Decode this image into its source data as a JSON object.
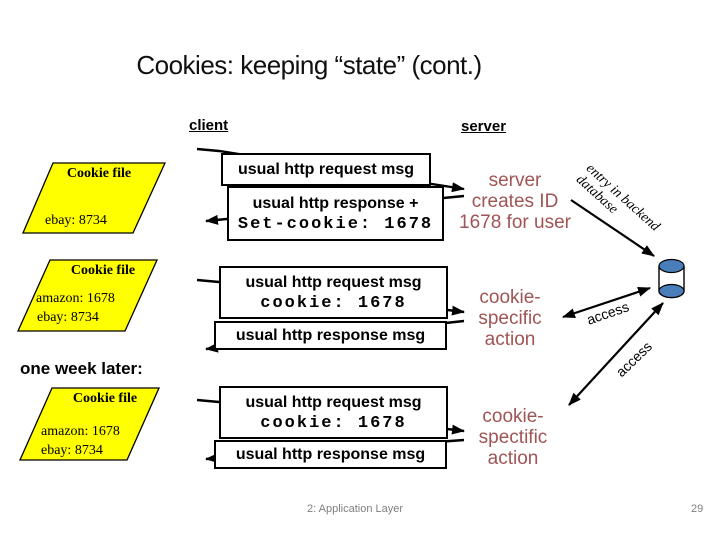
{
  "title": "Cookies: keeping “state” (cont.)",
  "columns": {
    "client": "client",
    "server": "server"
  },
  "cookie_files": [
    {
      "label": "Cookie file",
      "entries": [
        "ebay: 8734"
      ]
    },
    {
      "label": "Cookie file",
      "entries": [
        "amazon: 1678",
        "ebay: 8734"
      ]
    },
    {
      "label": "Cookie file",
      "entries": [
        "amazon: 1678",
        "ebay: 8734"
      ]
    }
  ],
  "timeline_note": "one week later:",
  "messages": {
    "m1": {
      "line1": "usual http request msg"
    },
    "m2": {
      "line1": "usual http response +",
      "line2": "Set-cookie: 1678"
    },
    "m3": {
      "line1": "usual http request msg",
      "line2": "cookie: 1678"
    },
    "m4": {
      "line1": "usual http response msg"
    },
    "m5": {
      "line1": "usual http request msg",
      "line2": "cookie: 1678"
    },
    "m6": {
      "line1": "usual http response msg"
    }
  },
  "server_notes": {
    "n1": {
      "line1": "server",
      "line2": "creates ID",
      "line3": "1678 for user"
    },
    "n2": {
      "line1": "cookie-",
      "line2": "specific",
      "line3": "action"
    },
    "n3": {
      "line1": "cookie-",
      "line2": "spectific",
      "line3": "action"
    }
  },
  "annotations": {
    "entry_line1": "entry in backend",
    "entry_line2": "database",
    "access1": "access",
    "access2": "access"
  },
  "footer": {
    "section": "2: Application Layer",
    "page": "29"
  },
  "colors": {
    "cookie_file_fill": "#ffff00",
    "server_note_text": "#a05454",
    "database_fill": "#4a7ebb",
    "footer_text": "#7f7f7f"
  }
}
